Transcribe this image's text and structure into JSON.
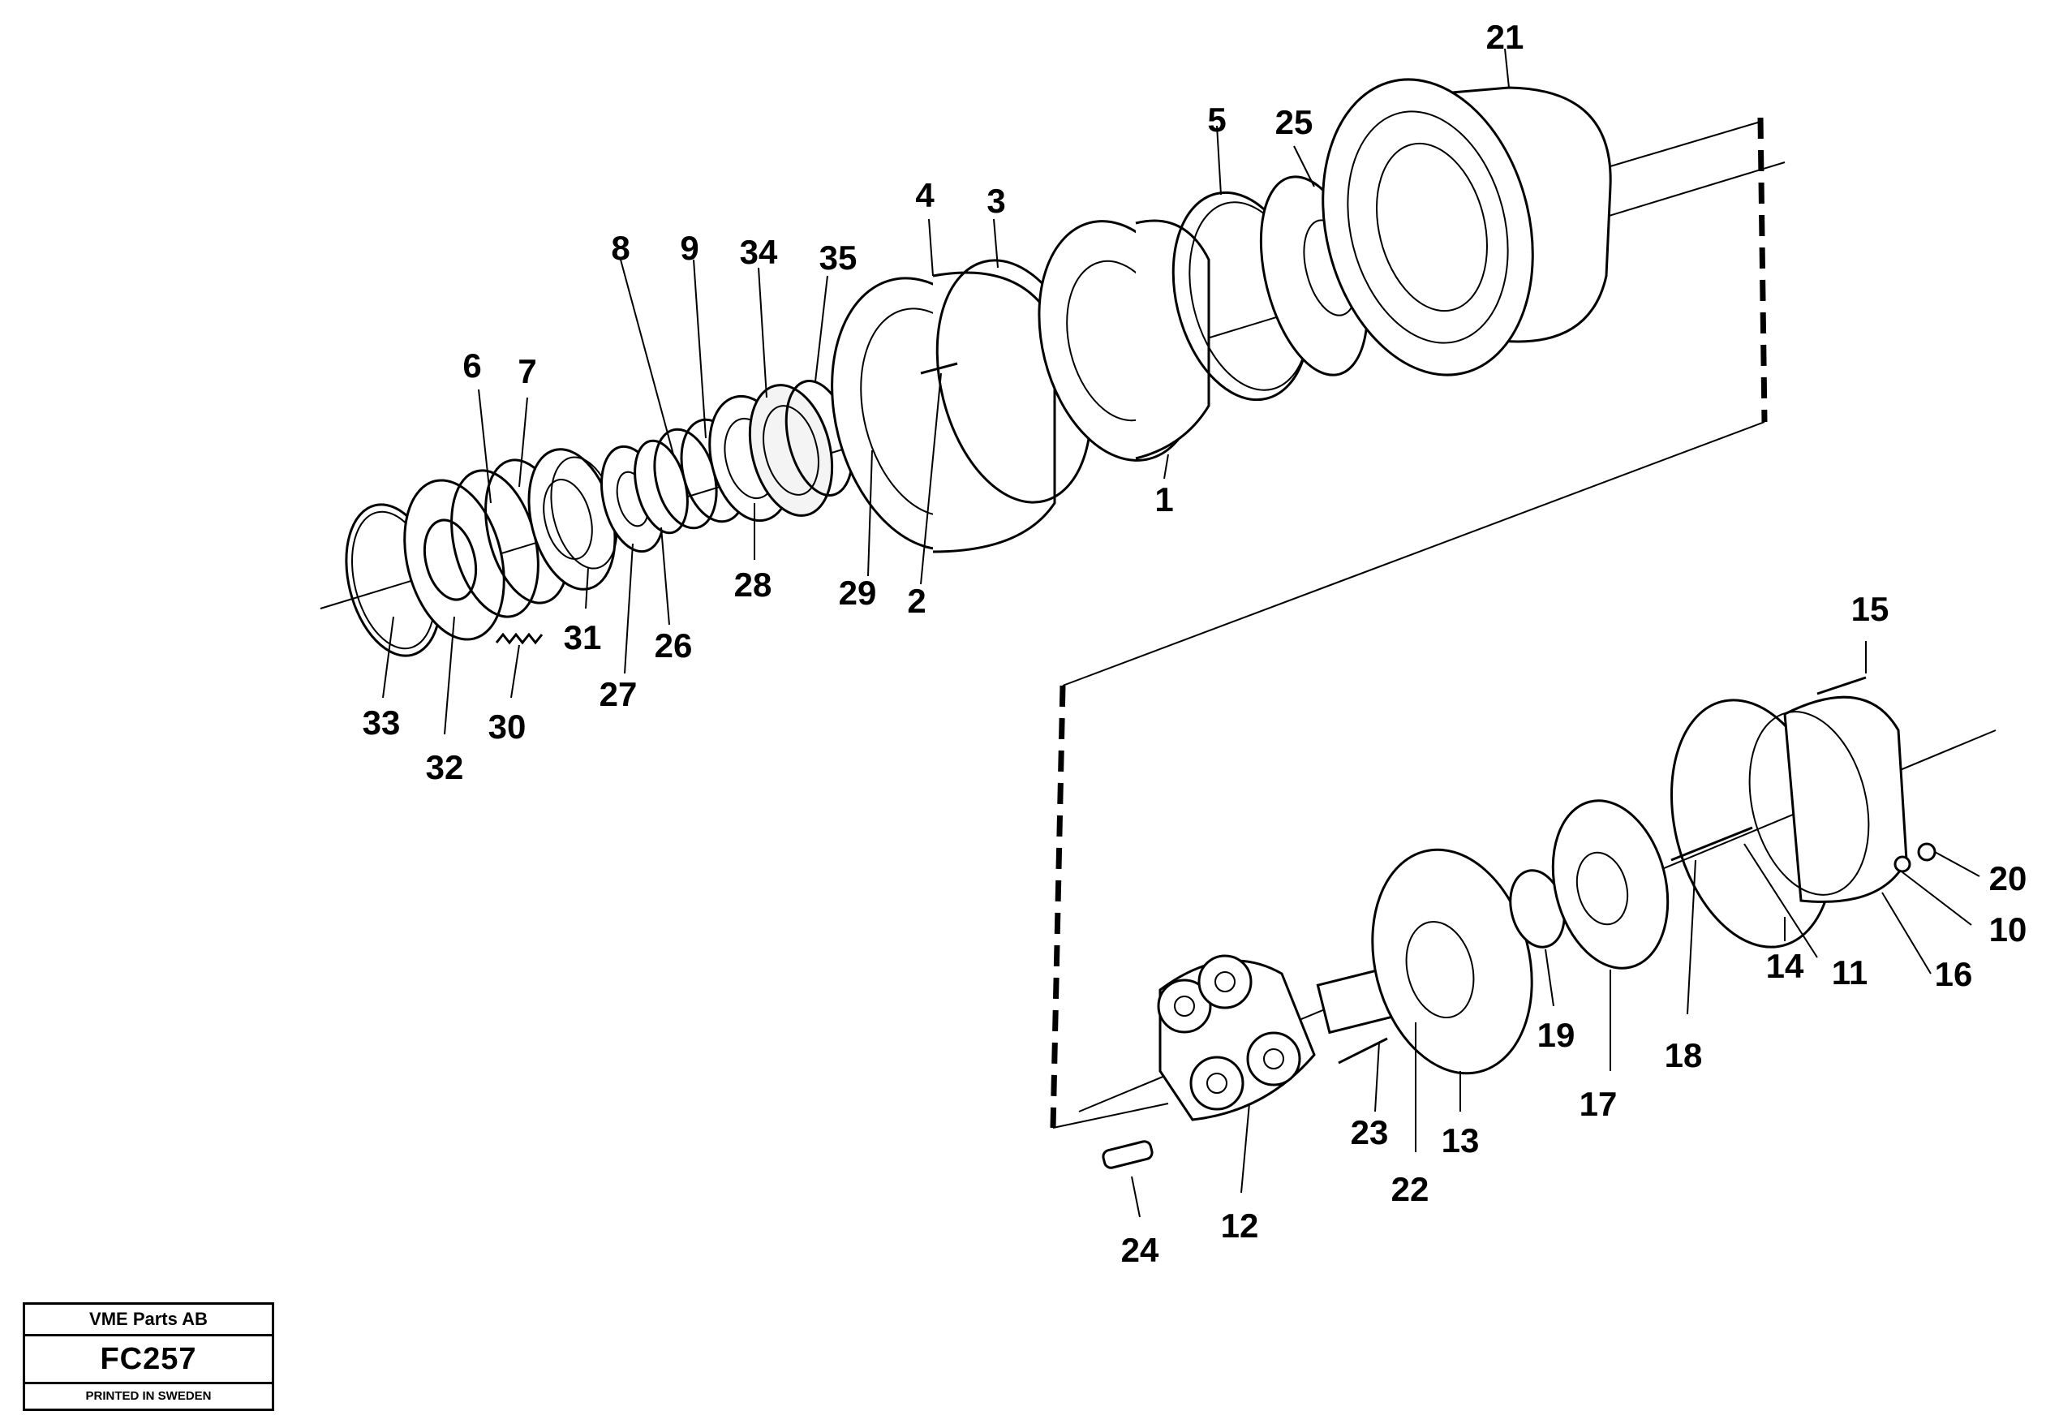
{
  "title_block": {
    "company": "VME Parts AB",
    "code": "FC257",
    "printed": "PRINTED IN SWEDEN"
  },
  "labels": {
    "p1": "1",
    "p2": "2",
    "p3": "3",
    "p4": "4",
    "p5": "5",
    "p6": "6",
    "p7": "7",
    "p8": "8",
    "p9": "9",
    "p10": "10",
    "p11": "11",
    "p12": "12",
    "p13": "13",
    "p14": "14",
    "p15": "15",
    "p16": "16",
    "p17": "17",
    "p18": "18",
    "p19": "19",
    "p20": "20",
    "p21": "21",
    "p22": "22",
    "p23": "23",
    "p24": "24",
    "p25": "25",
    "p26": "26",
    "p27": "27",
    "p28": "28",
    "p29": "29",
    "p30": "30",
    "p31": "31",
    "p32": "32",
    "p33": "33",
    "p34": "34",
    "p35": "35"
  }
}
